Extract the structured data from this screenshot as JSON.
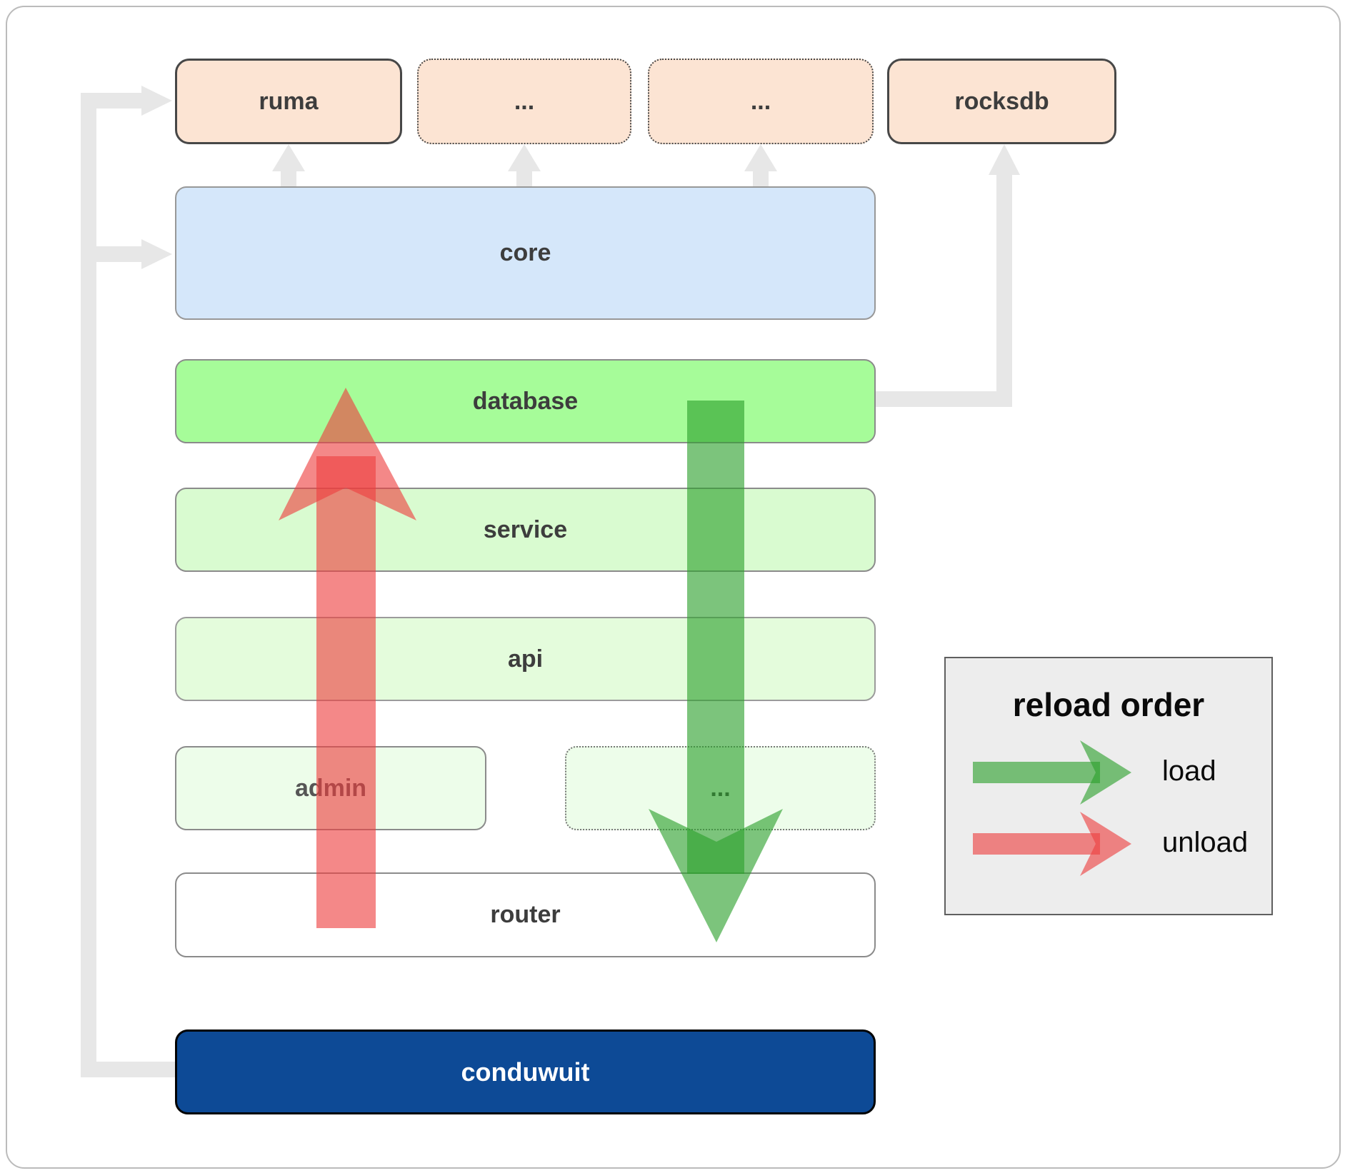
{
  "diagram": {
    "top_row": [
      {
        "label": "ruma"
      },
      {
        "label": "..."
      },
      {
        "label": "..."
      },
      {
        "label": "rocksdb"
      }
    ],
    "core": {
      "label": "core"
    },
    "database": {
      "label": "database"
    },
    "service": {
      "label": "service"
    },
    "api": {
      "label": "api"
    },
    "admin": {
      "label": "admin"
    },
    "admin_dots": {
      "label": "..."
    },
    "router": {
      "label": "router"
    },
    "conduwuit": {
      "label": "conduwuit"
    }
  },
  "legend": {
    "title": "reload order",
    "items": [
      {
        "label": "load",
        "color": "#2ca02c"
      },
      {
        "label": "unload",
        "color": "#ee3f3f"
      }
    ]
  },
  "colors": {
    "node_peach": "#fce4d3",
    "core_blue": "#d5e7fa",
    "database_green": "#a6fc99",
    "service_green": "#d9fbd0",
    "api_green": "#e4fcdc",
    "admin_green": "#edfdea",
    "router_white": "#ffffff",
    "conduwuit_blue": "#0d4a96",
    "connector_gray": "#e7e7e7",
    "load_green": "#2ca02c",
    "unload_red": "#ee3f3f",
    "legend_bg": "#ededed",
    "label_dark": "#3d3d3d"
  }
}
